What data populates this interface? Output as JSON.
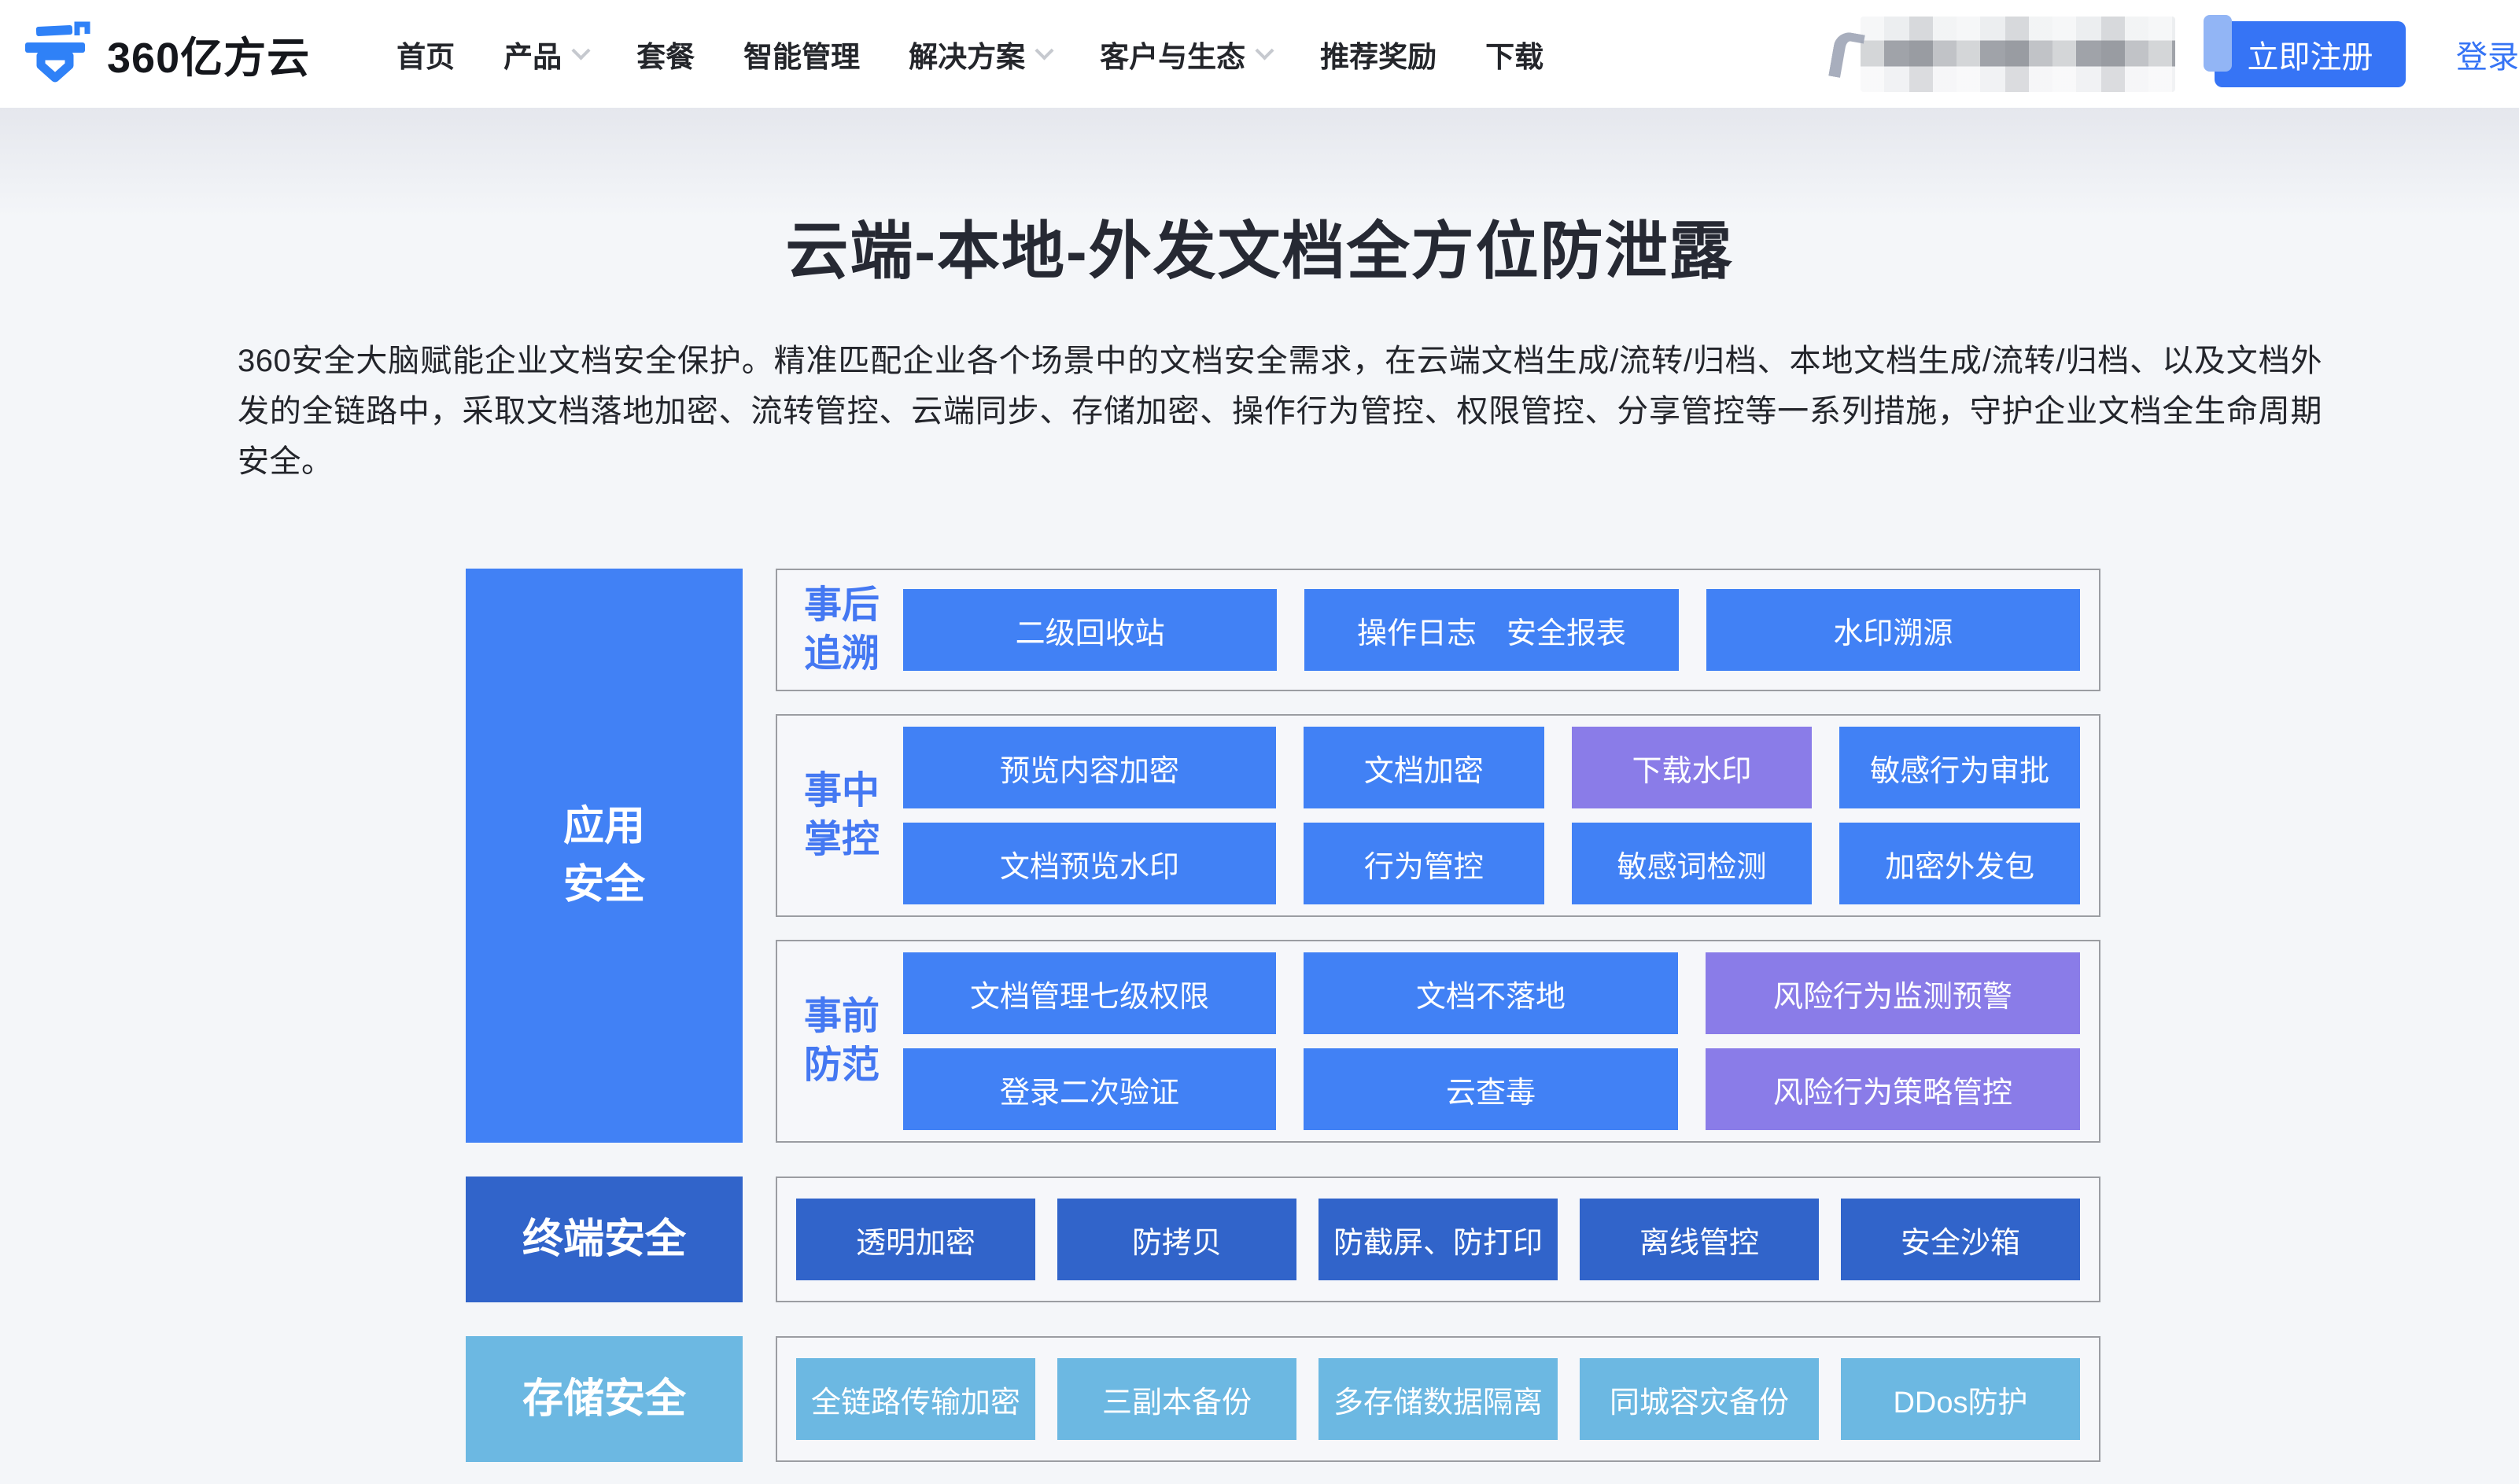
{
  "brand": {
    "name": "360亿方云"
  },
  "colors": {
    "primary": "#4181F5",
    "purple": "#8A7CE8",
    "terminal": "#3164CA",
    "storage": "#6CB8E2",
    "accent": "#3674F5",
    "label_blue": "#4478F2"
  },
  "navbar": {
    "items": [
      {
        "label": "首页",
        "has_dropdown": false
      },
      {
        "label": "产品",
        "has_dropdown": true
      },
      {
        "label": "套餐",
        "has_dropdown": false
      },
      {
        "label": "智能管理",
        "has_dropdown": false
      },
      {
        "label": "解决方案",
        "has_dropdown": true
      },
      {
        "label": "客户与生态",
        "has_dropdown": true
      },
      {
        "label": "推荐奖励",
        "has_dropdown": false
      },
      {
        "label": "下载",
        "has_dropdown": false
      }
    ],
    "register_label": "立即注册",
    "login_label": "登录"
  },
  "hero": {
    "title": "云端-本地-外发文档全方位防泄露",
    "description": "360安全大脑赋能企业文档安全保护。精准匹配企业各个场景中的文档安全需求，在云端文档生成/流转/归档、本地文档生成/流转/归档、以及文档外发的全链路中，采取文档落地加密、流转管控、云端同步、存储加密、操作行为管控、权限管控、分享管控等一系列措施，守护企业文档全生命周期安全。"
  },
  "diagram": {
    "side_labels": [
      {
        "label": "应用\n安全"
      },
      {
        "label": "终端安全"
      },
      {
        "label": "存储安全"
      }
    ],
    "groups": [
      {
        "label": "事后\n追溯",
        "rows": [
          [
            {
              "text": "二级回收站",
              "color": "primary"
            },
            {
              "text": "操作日志　安全报表",
              "color": "primary"
            },
            {
              "text": "水印溯源",
              "color": "primary"
            }
          ]
        ]
      },
      {
        "label": "事中\n掌控",
        "rows": [
          [
            {
              "text": "预览内容加密",
              "color": "primary"
            },
            {
              "text": "文档加密",
              "color": "primary"
            },
            {
              "text": "下载水印",
              "color": "purple"
            },
            {
              "text": "敏感行为审批",
              "color": "primary"
            }
          ],
          [
            {
              "text": "文档预览水印",
              "color": "primary"
            },
            {
              "text": "行为管控",
              "color": "primary"
            },
            {
              "text": "敏感词检测",
              "color": "primary"
            },
            {
              "text": "加密外发包",
              "color": "primary"
            }
          ]
        ]
      },
      {
        "label": "事前\n防范",
        "rows": [
          [
            {
              "text": "文档管理七级权限",
              "color": "primary"
            },
            {
              "text": "文档不落地",
              "color": "primary"
            },
            {
              "text": "风险行为监测预警",
              "color": "purple"
            }
          ],
          [
            {
              "text": "登录二次验证",
              "color": "primary"
            },
            {
              "text": "云查毒",
              "color": "primary"
            },
            {
              "text": "风险行为策略管控",
              "color": "purple"
            }
          ]
        ]
      },
      {
        "label": "",
        "rows": [
          [
            {
              "text": "透明加密",
              "color": "terminal"
            },
            {
              "text": "防拷贝",
              "color": "terminal"
            },
            {
              "text": "防截屏、防打印",
              "color": "terminal"
            },
            {
              "text": "离线管控",
              "color": "terminal"
            },
            {
              "text": "安全沙箱",
              "color": "terminal"
            }
          ]
        ]
      },
      {
        "label": "",
        "rows": [
          [
            {
              "text": "全链路传输加密",
              "color": "storage"
            },
            {
              "text": "三副本备份",
              "color": "storage"
            },
            {
              "text": "多存储数据隔离",
              "color": "storage"
            },
            {
              "text": "同城容灾备份",
              "color": "storage"
            },
            {
              "text": "DDos防护",
              "color": "storage"
            }
          ]
        ]
      }
    ]
  }
}
